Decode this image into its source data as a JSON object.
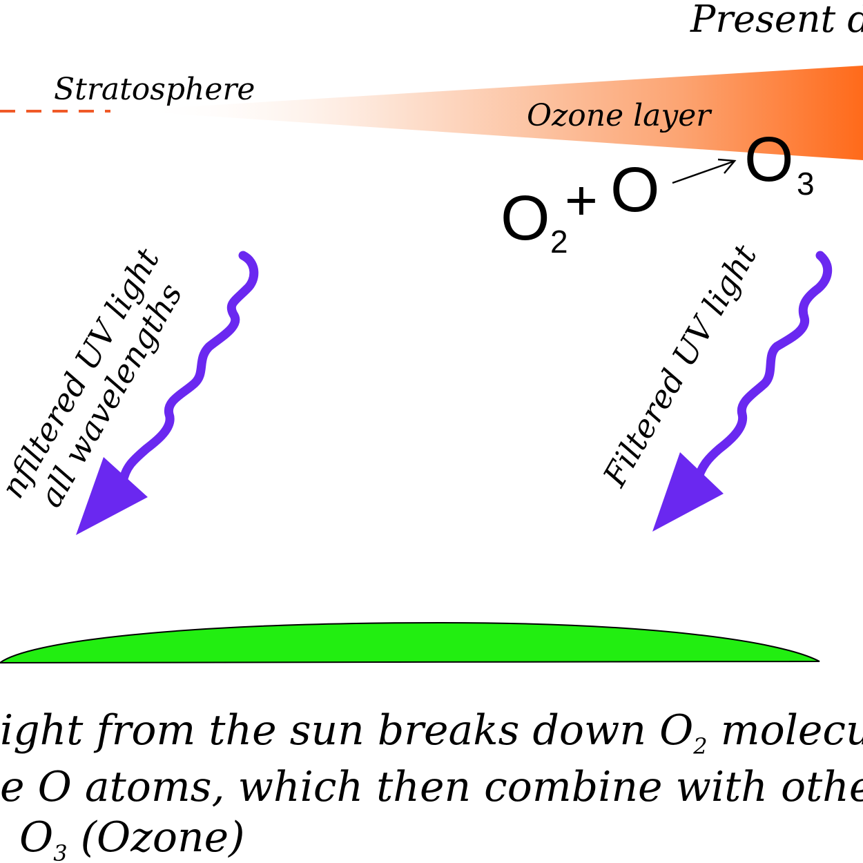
{
  "labels": {
    "present_day": "Present d",
    "stratosphere": "Stratosphere",
    "ozone_layer": "Ozone layer",
    "unfiltered_line1": "nfiltered UV light",
    "unfiltered_line2": "all wavelengths",
    "filtered": "Filtered UV light"
  },
  "reaction": {
    "reactant1": "O",
    "reactant1_sub": "2",
    "plus": "+",
    "reactant2": "O",
    "product": "O",
    "product_sub": "3"
  },
  "caption": {
    "line1_a": "ight from the sun breaks down O",
    "line1_sub": "2",
    "line1_b": " molecules",
    "line2": "e O atoms, which then combine with other O",
    "line3_a": "O",
    "line3_sub": "3",
    "line3_b": " (Ozone)"
  },
  "colors": {
    "ozone_orange": "#ff6a1a",
    "stratosphere_dash": "#f05a28",
    "uv_purple": "#6a28f0",
    "ground_green": "#22ee11"
  }
}
